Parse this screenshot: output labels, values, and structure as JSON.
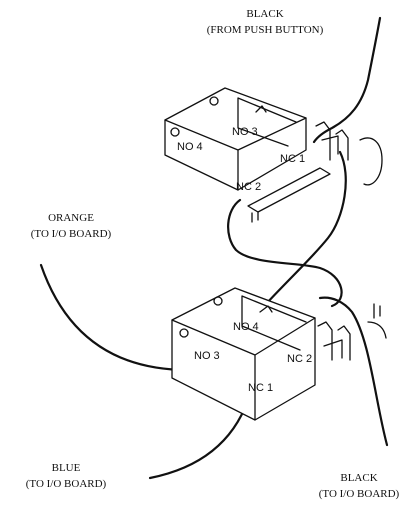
{
  "wires": {
    "black_top": [
      "BLACK",
      "(FROM PUSH BUTTON)"
    ],
    "orange": [
      "ORANGE",
      "(TO I/O BOARD)"
    ],
    "blue": [
      "BLUE",
      "(TO I/O BOARD)"
    ],
    "black_bottom": [
      "BLACK",
      "(TO I/O BOARD)"
    ]
  },
  "switch_top": {
    "no3": "NO 3",
    "no4": "NO 4",
    "nc1": "NC 1",
    "nc2": "NC 2"
  },
  "switch_bottom": {
    "no4": "NO 4",
    "no3": "NO 3",
    "nc2": "NC 2",
    "nc1": "NC 1"
  }
}
